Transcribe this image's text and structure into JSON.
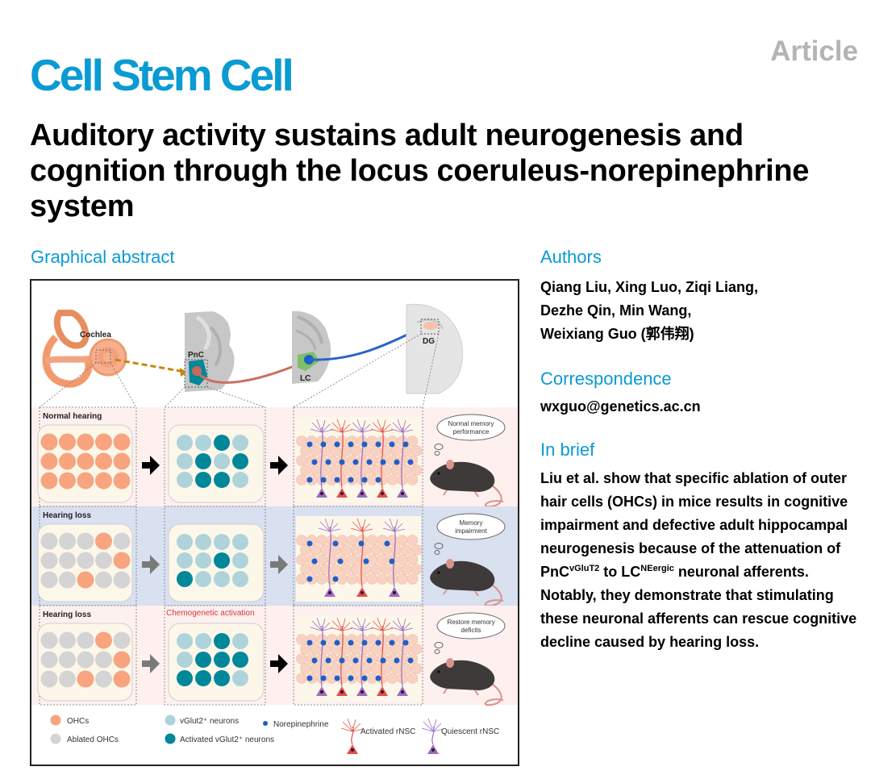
{
  "header": {
    "journal": "Cell Stem Cell",
    "article_type": "Article",
    "title": "Auditory activity sustains adult neurogenesis and cognition through the locus coeruleus-norepinephrine system"
  },
  "graphical_abstract": {
    "heading": "Graphical abstract",
    "anatomy_labels": {
      "cochlea": "Cochlea",
      "pnc": "PnC",
      "lc": "LC",
      "dg": "DG"
    },
    "rows": [
      {
        "label": "Normal hearing",
        "treatment_label": "",
        "ohc_grid": [
          [
            "ohc",
            "ohc",
            "ohc",
            "ohc",
            "ohc"
          ],
          [
            "ohc",
            "ohc",
            "ohc",
            "ohc",
            "ohc"
          ],
          [
            "ohc",
            "ohc",
            "ohc",
            "ohc",
            "ohc"
          ]
        ],
        "neuron_grid": [
          [
            "v",
            "v",
            "a",
            "v"
          ],
          [
            "v",
            "a",
            "v",
            "a"
          ],
          [
            "v",
            "a",
            "a",
            "v"
          ]
        ],
        "arrows": [
          "black",
          "black"
        ],
        "neurogenesis": "high",
        "thought": "Normal memory performance"
      },
      {
        "label": "Hearing loss",
        "treatment_label": "",
        "ohc_grid": [
          [
            "x",
            "x",
            "x",
            "ohc",
            "x"
          ],
          [
            "x",
            "x",
            "x",
            "x",
            "ohc"
          ],
          [
            "x",
            "x",
            "ohc",
            "x",
            "x"
          ]
        ],
        "neuron_grid": [
          [
            "v",
            "v",
            "v",
            "v"
          ],
          [
            "v",
            "v",
            "a",
            "v"
          ],
          [
            "a",
            "v",
            "v",
            "v"
          ]
        ],
        "arrows": [
          "gray",
          "gray"
        ],
        "neurogenesis": "low",
        "thought": "Memory impairment"
      },
      {
        "label": "Hearing loss",
        "treatment_label": "Chemogenetic activation",
        "ohc_grid": [
          [
            "x",
            "x",
            "x",
            "ohc",
            "x"
          ],
          [
            "x",
            "x",
            "x",
            "x",
            "ohc"
          ],
          [
            "x",
            "x",
            "ohc",
            "x",
            "ohc"
          ]
        ],
        "neuron_grid": [
          [
            "v",
            "v",
            "a",
            "v"
          ],
          [
            "v",
            "a",
            "a",
            "a"
          ],
          [
            "a",
            "a",
            "a",
            "v"
          ]
        ],
        "arrows": [
          "gray",
          "black"
        ],
        "neurogenesis": "high",
        "thought": "Restore memory deficits"
      }
    ],
    "legend": {
      "ohcs": "OHCs",
      "ablated_ohcs": "Ablated OHCs",
      "vglut2_neurons": "vGlut2⁺ neurons",
      "activated_vglut2_neurons": "Activated vGlut2⁺ neurons",
      "norepinephrine": "Norepinephrine",
      "activated_rnsc": "Activated rNSC",
      "quiescent_rnsc": "Quiescent rNSC"
    },
    "colors": {
      "ohc": "#f7a47f",
      "ablated": "#d4d4d4",
      "vglut2": "#aed3da",
      "activated": "#00879a",
      "norepinephrine": "#1f5fc8",
      "activated_rnsc": "#e0504b",
      "quiescent_rnsc": "#9a6cc0",
      "row_pink": "#fdf0ef",
      "row_blue": "#d9e0f0",
      "panel_cream": "#fdf7ea",
      "pathway_brown": "#c87060",
      "pathway_blue": "#2a63c8",
      "dashed_arrow": "#c8860a",
      "accent": "#0a9bd3"
    }
  },
  "authors": {
    "heading": "Authors",
    "line1": "Qiang Liu, Xing Luo, Ziqi Liang,",
    "line2": "Dezhe Qin, Min Wang,",
    "line3": "Weixiang Guo (郭伟翔)"
  },
  "correspondence": {
    "heading": "Correspondence",
    "email": "wxguo@genetics.ac.cn"
  },
  "in_brief": {
    "heading": "In brief",
    "text_before_sup1": "Liu et al. show that specific ablation of outer hair cells (OHCs) in mice results in cognitive impairment and defective adult hippocampal neurogenesis because of the attenuation of PnC",
    "sup1": "vGluT2",
    "text_between": " to LC",
    "sup2": "NEergic",
    "text_after": " neuronal afferents. Notably, they demonstrate that stimulating these neuronal afferents can rescue cognitive decline caused by hearing loss."
  }
}
